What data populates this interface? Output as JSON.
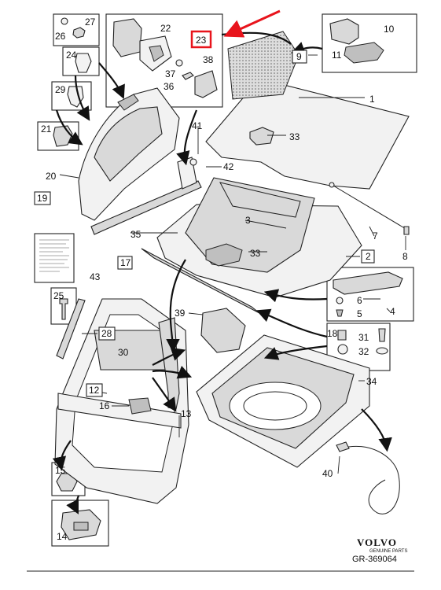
{
  "diagram": {
    "part_numbers": [
      "1",
      "2",
      "3",
      "4",
      "5",
      "6",
      "7",
      "8",
      "9",
      "10",
      "11",
      "12",
      "13",
      "14",
      "15",
      "16",
      "17",
      "18",
      "19",
      "20",
      "21",
      "22",
      "23",
      "24",
      "25",
      "26",
      "27",
      "28",
      "29",
      "30",
      "31",
      "32",
      "33",
      "33",
      "34",
      "35",
      "36",
      "37",
      "38",
      "39",
      "40",
      "41",
      "42",
      "43"
    ],
    "highlighted_part": "23",
    "highlight_color": "#e8141c",
    "brand": "VOLVO",
    "brand_subtitle": "GENUINE PARTS",
    "reference": "GR-369064"
  }
}
